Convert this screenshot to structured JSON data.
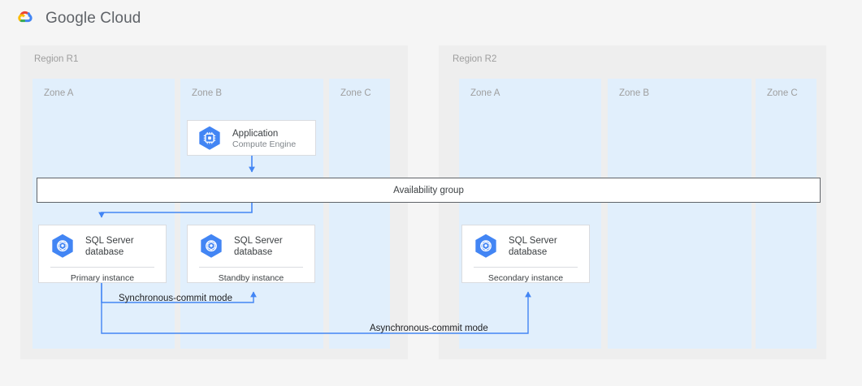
{
  "header": {
    "brand_primary": "Google",
    "brand_secondary": "Cloud",
    "logo_icon": "google-cloud-logo-icon",
    "colors": {
      "red": "#ea4335",
      "blue": "#4285f4",
      "yellow": "#fbbc04",
      "green": "#34a853"
    }
  },
  "palette": {
    "page_background": "#f5f5f5",
    "region_background": "#eeeeee",
    "zone_background": "#e1effc",
    "card_background": "#ffffff",
    "card_border": "#dadce0",
    "bar_border": "#5f6368",
    "connector": "#4285f4",
    "icon_blue": "#4285f4",
    "label_gray": "#9e9e9e",
    "text_dark": "#3c4043"
  },
  "regions": [
    {
      "label": "Region R1",
      "zones": [
        {
          "label": "Zone A"
        },
        {
          "label": "Zone B"
        },
        {
          "label": "Zone C"
        }
      ]
    },
    {
      "label": "Region R2",
      "zones": [
        {
          "label": "Zone A"
        },
        {
          "label": "Zone B"
        },
        {
          "label": "Zone C"
        }
      ]
    }
  ],
  "nodes": {
    "application": {
      "icon": "compute-engine-icon",
      "title": "Application",
      "subtitle": "Compute Engine"
    },
    "primary_db": {
      "icon": "cloud-sql-icon",
      "title_line1": "SQL Server",
      "title_line2": "database",
      "role": "Primary instance"
    },
    "standby_db": {
      "icon": "cloud-sql-icon",
      "title_line1": "SQL Server",
      "title_line2": "database",
      "role": "Standby instance"
    },
    "secondary_db": {
      "icon": "cloud-sql-icon",
      "title_line1": "SQL Server",
      "title_line2": "database",
      "role": "Secondary instance"
    }
  },
  "availability_group": {
    "label": "Availability group"
  },
  "connectors": {
    "synchronous": "Synchronous-commit mode",
    "asynchronous": "Asynchronous-commit mode"
  }
}
